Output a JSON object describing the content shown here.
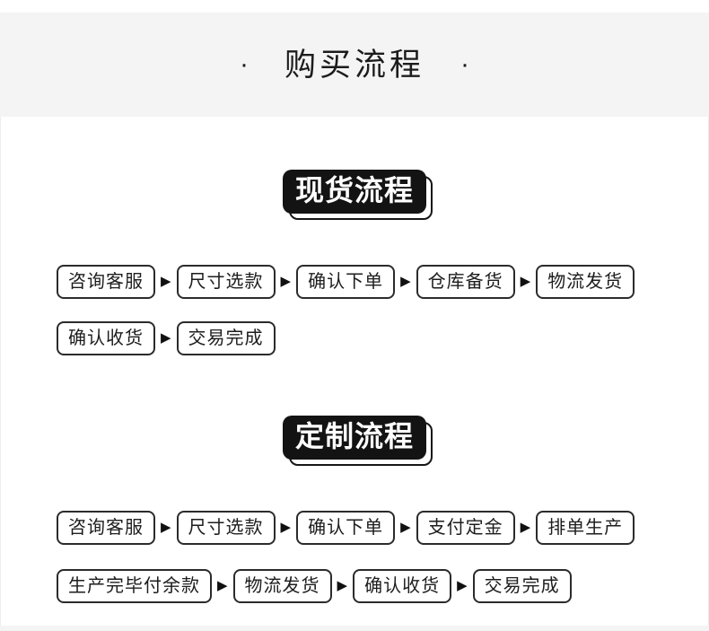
{
  "header": {
    "dot_left": "·",
    "title": "购买流程",
    "dot_right": "·"
  },
  "sections": [
    {
      "badge": "现货流程",
      "rows": [
        [
          "咨询客服",
          "尺寸选款",
          "确认下单",
          "仓库备货",
          "物流发货"
        ],
        [
          "确认收货",
          "交易完成"
        ]
      ]
    },
    {
      "badge": "定制流程",
      "rows": [
        [
          "咨询客服",
          "尺寸选款",
          "确认下单",
          "支付定金",
          "排单生产"
        ],
        [
          "生产完毕付余款",
          "物流发货",
          "确认收货",
          "交易完成"
        ]
      ]
    }
  ],
  "ui": {
    "arrow": "▶"
  },
  "colors": {
    "header_bg": "#f4f4f4",
    "badge_bg": "#131313",
    "badge_text": "#ffffff",
    "box_border": "#2b2b2b",
    "box_text": "#1d1d1d",
    "card_edge": "#ececec"
  }
}
